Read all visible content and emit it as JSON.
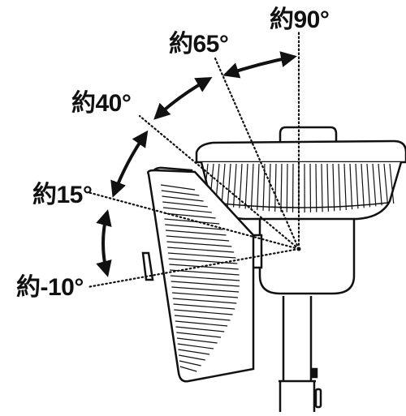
{
  "diagram": {
    "angle_labels": [
      "約90°",
      "約65°",
      "約40°",
      "約15°",
      "約-10°"
    ],
    "angles_deg": [
      90,
      65,
      40,
      15,
      -10
    ],
    "ink_color": "#111111",
    "background": "#ffffff"
  }
}
